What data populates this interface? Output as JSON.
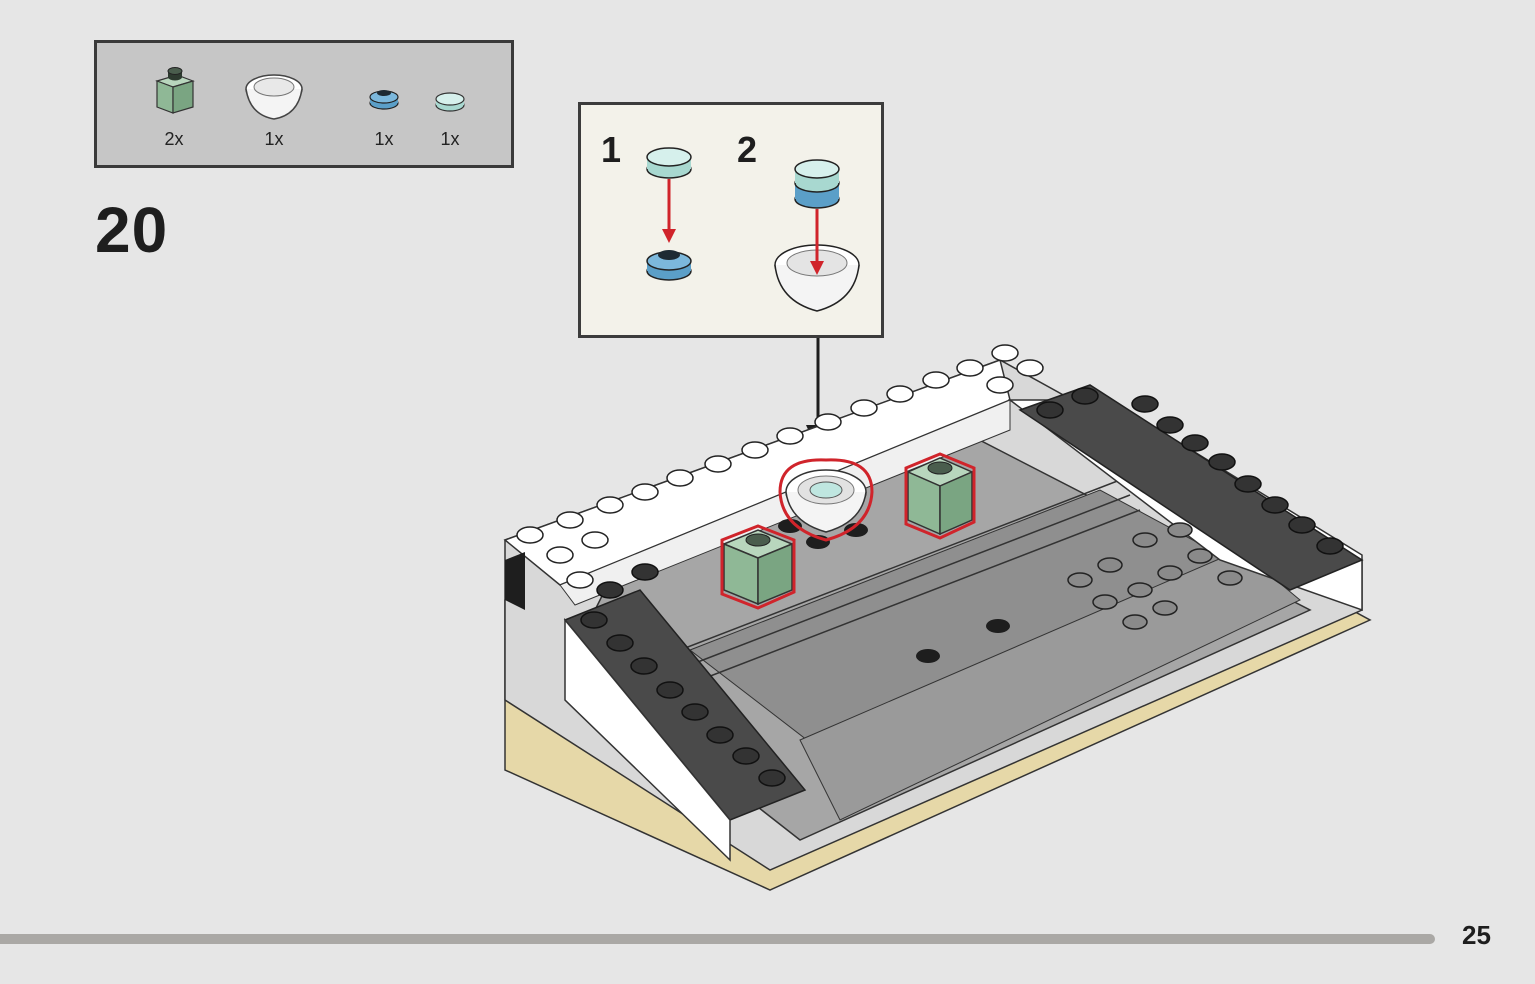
{
  "parts_list": [
    {
      "name": "sand-green-brick",
      "qty": "2x",
      "color": "#8fb896"
    },
    {
      "name": "white-dish",
      "qty": "1x",
      "color": "#ffffff"
    },
    {
      "name": "blue-round-plate",
      "qty": "1x",
      "color": "#5b9fc8"
    },
    {
      "name": "trans-light-blue-round-plate",
      "qty": "1x",
      "color": "#bfe6e0"
    }
  ],
  "step": {
    "number": "20"
  },
  "callout": {
    "substep_1": "1",
    "substep_2": "2"
  },
  "colors": {
    "highlight": "#d0242b",
    "arrow": "#1e1e1e",
    "background": "#e6e6e6",
    "tan_base": "#e6d8a8"
  },
  "page": {
    "number": "25"
  }
}
